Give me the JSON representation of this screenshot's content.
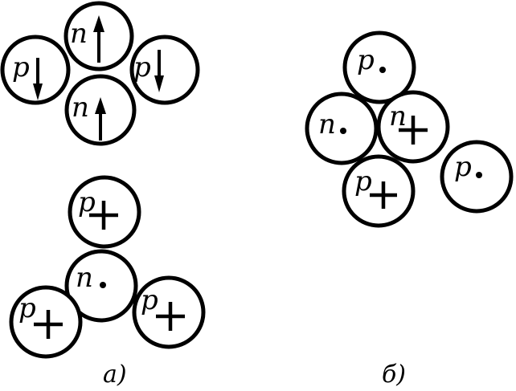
{
  "labels": {
    "proton": "p",
    "neutron": "n"
  },
  "captions": {
    "a": "а)",
    "b": "б)"
  },
  "colors": {
    "ink": "#000000",
    "background": "#ffffff"
  }
}
